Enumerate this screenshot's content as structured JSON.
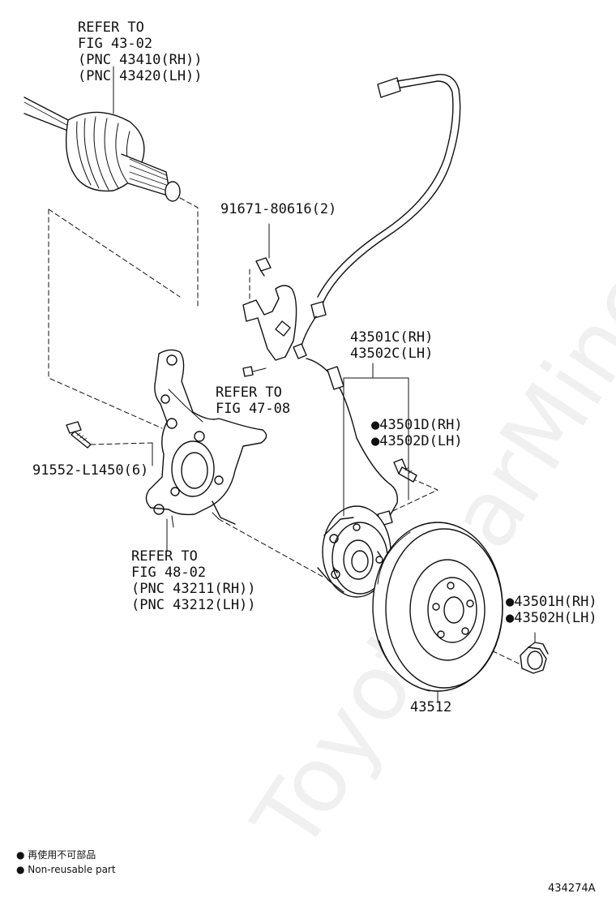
{
  "watermark": "ToyotaCarMine.ru",
  "labels": {
    "driveshaft_ref": [
      "REFER TO",
      "FIG 43-02",
      "(PNC 43410(RH))",
      "(PNC 43420(LH))"
    ],
    "bolt_91671": "91671-80616(2)",
    "sensor_43501c": [
      "43501C(RH)",
      "43502C(LH)"
    ],
    "knuckle_bolt_ref": [
      "REFER TO",
      "FIG 47-08"
    ],
    "hub_bolt_43501d": [
      "●43501D(RH)",
      "●43502D(LH)"
    ],
    "bolt_91552": "91552-L1450(6)",
    "knuckle_ref": [
      "REFER TO",
      "FIG 48-02",
      "(PNC 43211(RH))",
      "(PNC 43212(LH))"
    ],
    "nut_43501h": [
      "●43501H(RH)",
      "●43502H(LH)"
    ],
    "disc_43512": "43512"
  },
  "legend": {
    "jp": "● 再使用不可部品",
    "en": "● Non-reusable part"
  },
  "figure_id": "434274A"
}
